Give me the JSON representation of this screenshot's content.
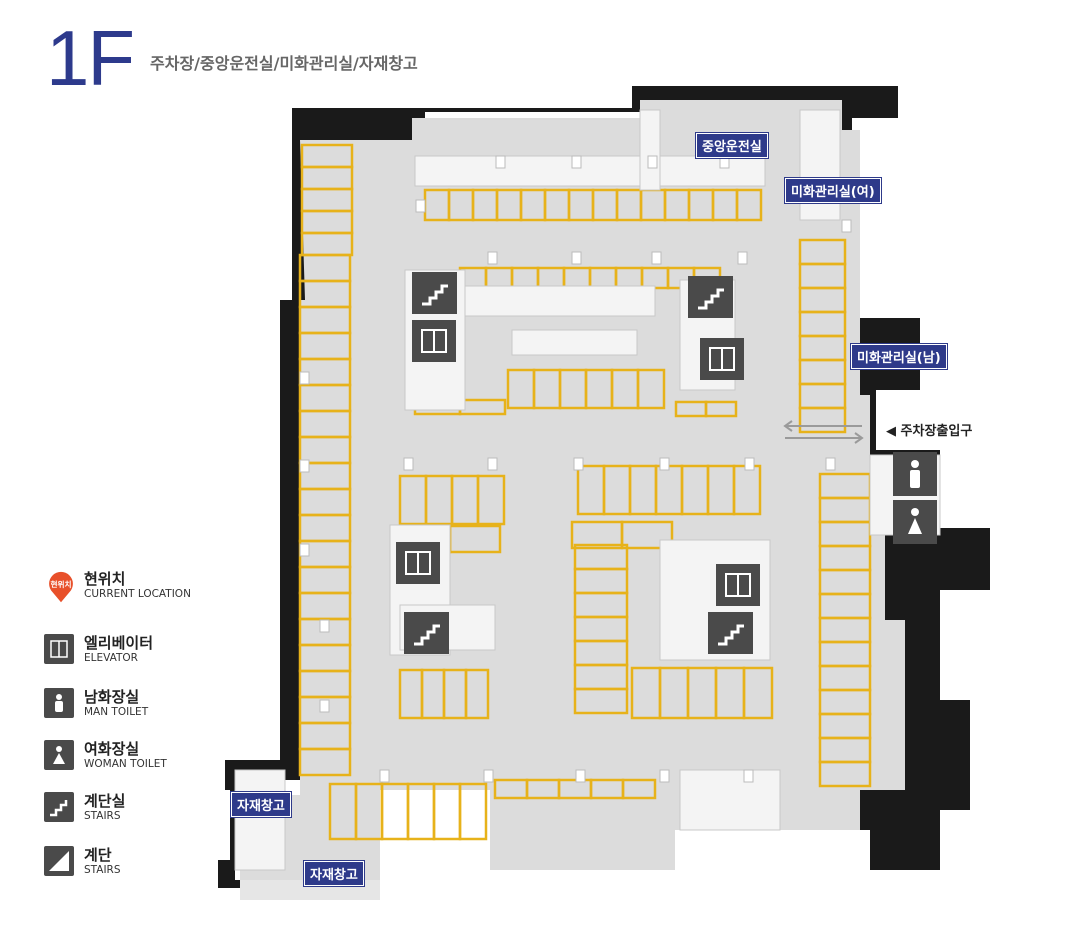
{
  "header": {
    "floor": "1F",
    "description": "주차장/중앙운전실/미화관리실/자재창고"
  },
  "rooms": {
    "central_control": "중앙운전실",
    "cleaning_female": "미화관리실(여)",
    "cleaning_male": "미화관리실(남)",
    "storage_left": "자재창고",
    "storage_bottom": "자재창고"
  },
  "entrance": {
    "label": "◀ 주차장출입구"
  },
  "legend": {
    "current_location": {
      "marker": "현위치",
      "title": "현위치",
      "subtitle": "CURRENT LOCATION",
      "icon": "location-pin-icon"
    },
    "elevator": {
      "title": "엘리베이터",
      "subtitle": "ELEVATOR",
      "icon": "elevator-icon"
    },
    "man_toilet": {
      "title": "남화장실",
      "subtitle": "MAN TOILET",
      "icon": "man-toilet-icon"
    },
    "woman_toilet": {
      "title": "여화장실",
      "subtitle": "WOMAN TOILET",
      "icon": "woman-toilet-icon"
    },
    "stairs_room": {
      "title": "계단실",
      "subtitle": "STAIRS",
      "icon": "stairs-room-icon"
    },
    "stairs": {
      "title": "계단",
      "subtitle": "STAIRS",
      "icon": "stairs-icon"
    }
  },
  "colors": {
    "accent": "#2d3a8c",
    "parking_line": "#e7b21a",
    "floor": "#dcdcdc",
    "wall": "#1a1a1a",
    "marker": "#e8502a",
    "icon_bg": "#4a4a4a"
  }
}
